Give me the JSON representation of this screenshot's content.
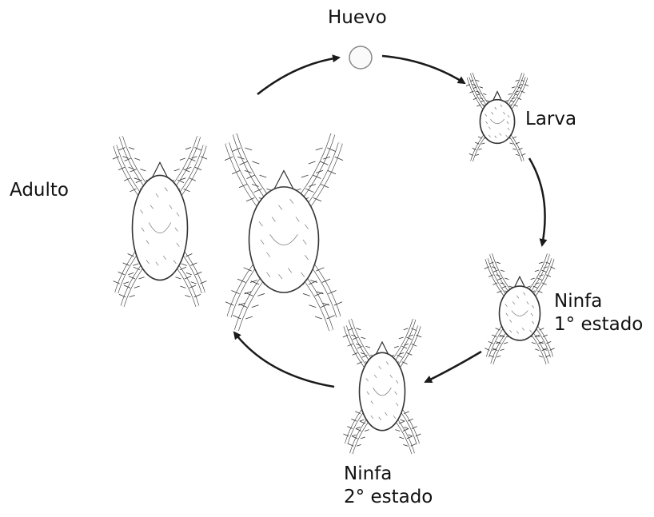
{
  "stages": {
    "egg": "Huevo",
    "larva": "Larva",
    "nymph1_line1": "Ninfa",
    "nymph1_line2": "1° estado",
    "nymph2_line1": "Ninfa",
    "nymph2_line2": "2° estado",
    "adult": "Adulto"
  },
  "colors": {
    "ink": "#1a1a1a",
    "line": "#555555",
    "background": "#ffffff"
  },
  "icons": [
    "egg-icon",
    "larva-mite",
    "nymph-1-mite",
    "nymph-2-mite",
    "adult-male-mite",
    "adult-female-mite"
  ]
}
